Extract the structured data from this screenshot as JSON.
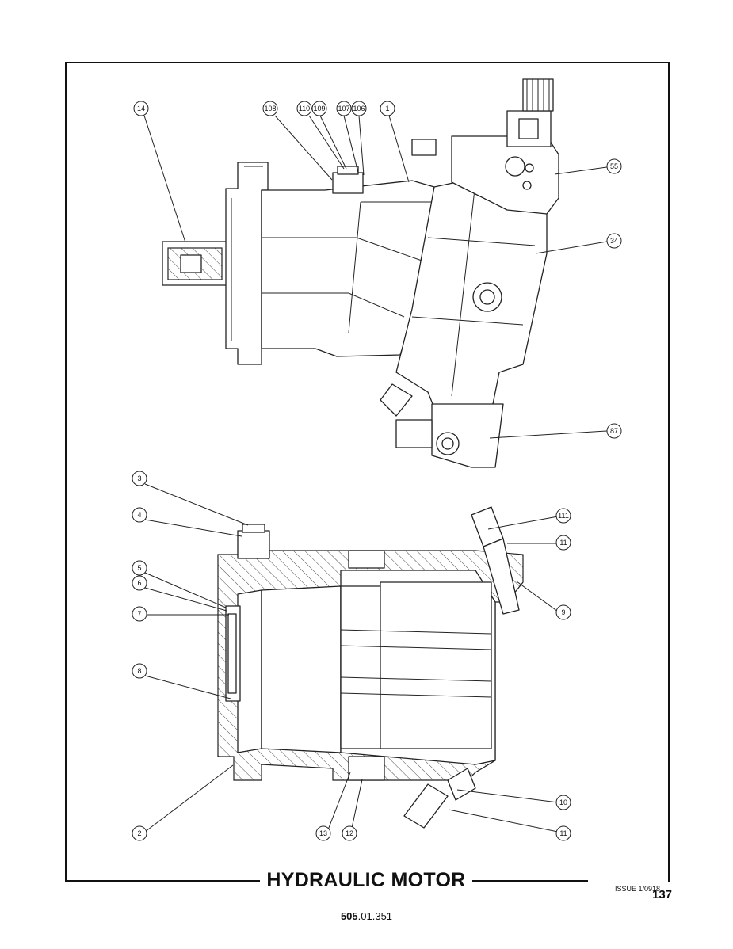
{
  "title": "HYDRAULIC MOTOR",
  "issue": "ISSUE 1/0918",
  "page_number": "137",
  "part_number": {
    "bold": "505",
    "rest": ".01.351"
  },
  "callouts": [
    "14",
    "108",
    "110",
    "109",
    "107",
    "106",
    "1",
    "55",
    "34",
    "87",
    "3",
    "4",
    "5",
    "6",
    "7",
    "8",
    "2",
    "13",
    "12",
    "111",
    "11",
    "9",
    "10",
    "11"
  ]
}
